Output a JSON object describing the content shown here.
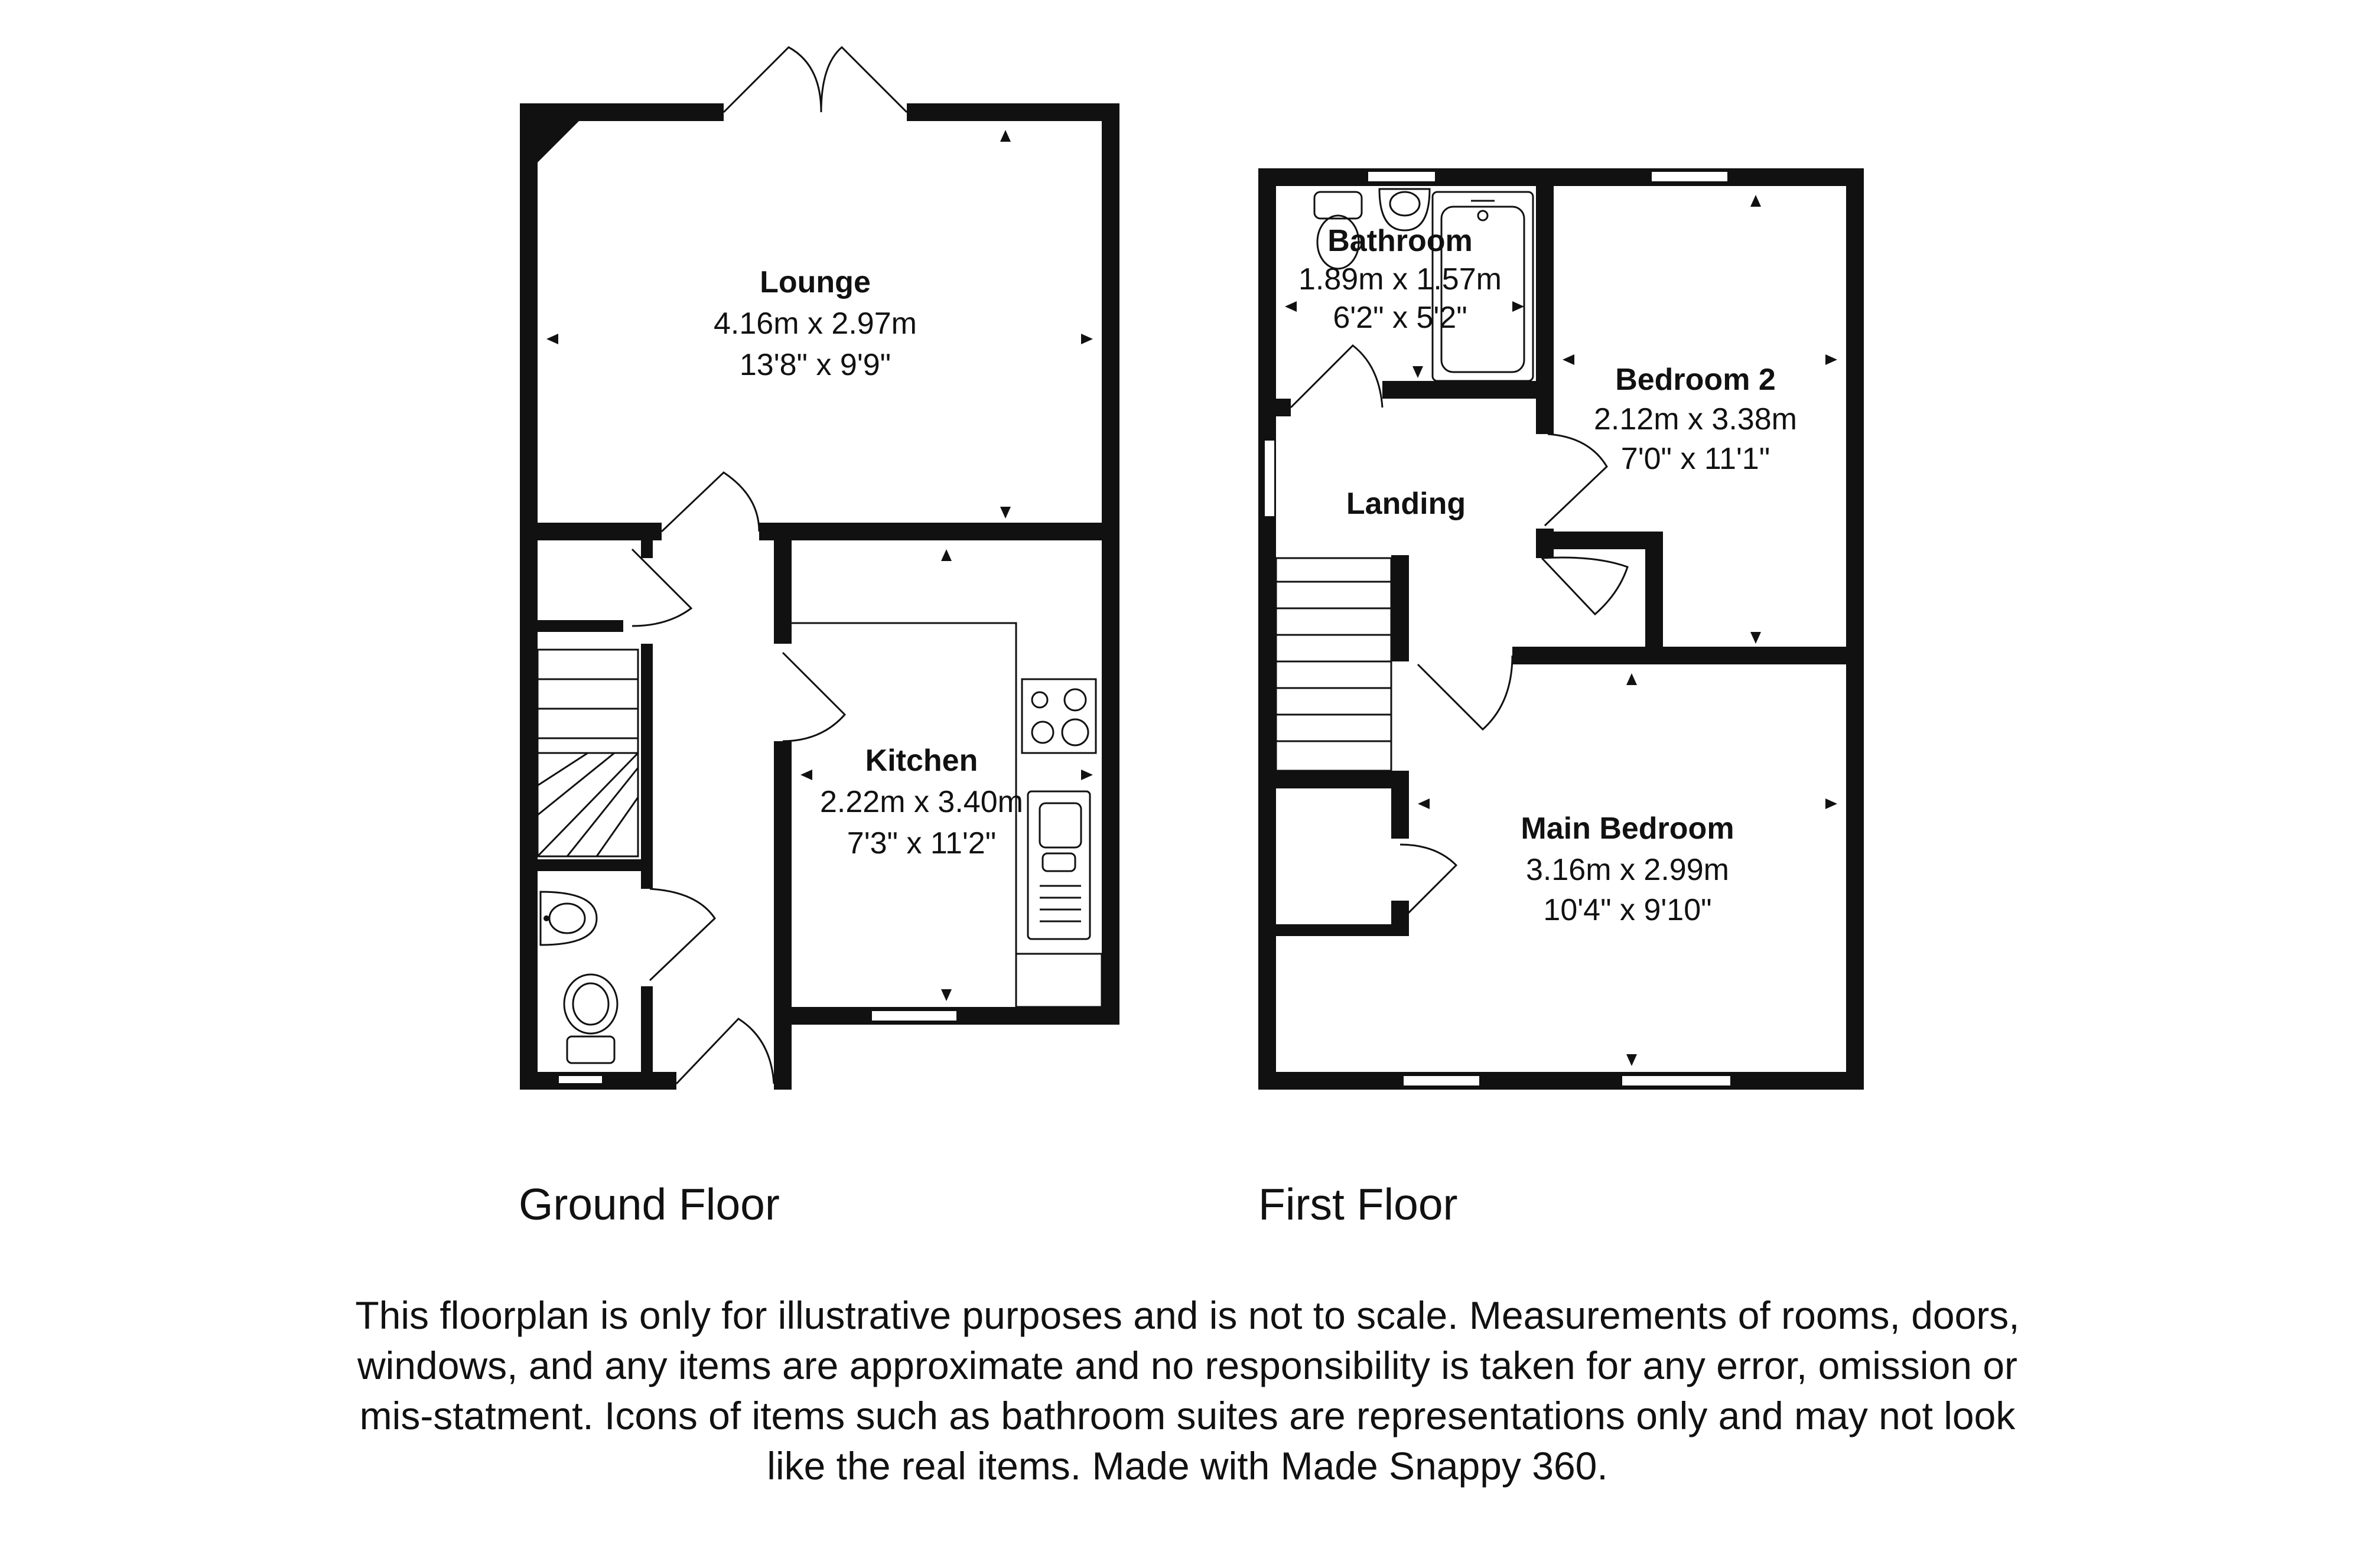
{
  "floors": {
    "ground": {
      "label": "Ground Floor"
    },
    "first": {
      "label": "First Floor"
    }
  },
  "rooms": {
    "lounge": {
      "name": "Lounge",
      "metric": "4.16m x 2.97m",
      "imperial": "13'8\" x 9'9\""
    },
    "kitchen": {
      "name": "Kitchen",
      "metric": "2.22m x 3.40m",
      "imperial": "7'3\" x 11'2\""
    },
    "bathroom": {
      "name": "Bathroom",
      "metric": "1.89m x 1.57m",
      "imperial": "6'2\" x 5'2\""
    },
    "landing": {
      "name": "Landing"
    },
    "bedroom2": {
      "name": "Bedroom 2",
      "metric": "2.12m x 3.38m",
      "imperial": "7'0\" x 11'1\""
    },
    "main_bedroom": {
      "name": "Main Bedroom",
      "metric": "3.16m x 2.99m",
      "imperial": "10'4\" x 9'10\""
    }
  },
  "disclaimer": "This floorplan is only for illustrative purposes and is not to scale. Measurements of rooms, doors, windows, and any items are approximate and no responsibility is taken for any error, omission or mis-statment. Icons of items such as bathroom suites are representations only and may not look like the real items. Made with Made Snappy 360.",
  "colors": {
    "wall": "#111111",
    "background": "#ffffff"
  }
}
